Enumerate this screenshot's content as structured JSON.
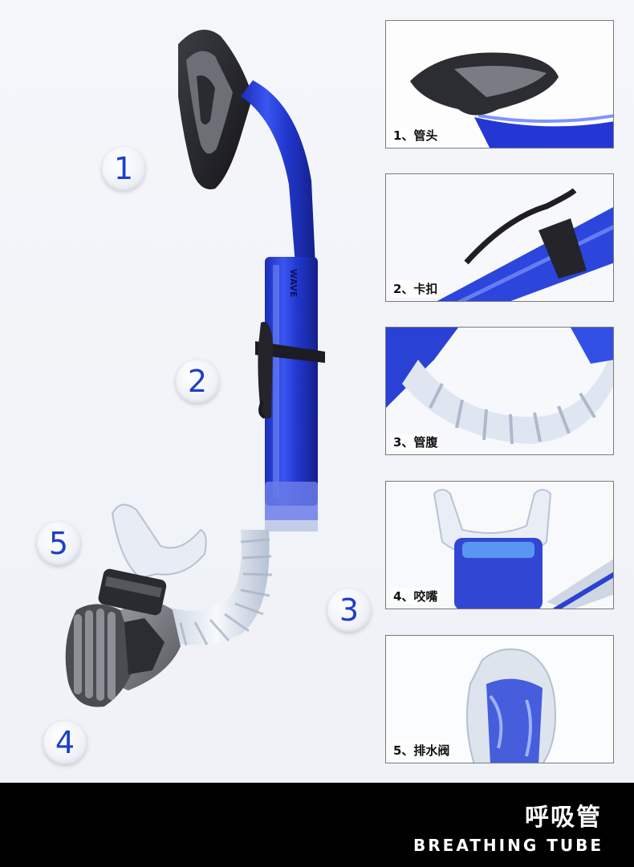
{
  "product": {
    "brand_text": "WAVE",
    "callouts": [
      "1",
      "2",
      "3",
      "4",
      "5"
    ]
  },
  "details": [
    {
      "label": "1、管头"
    },
    {
      "label": "2、卡扣"
    },
    {
      "label": "3、管腹"
    },
    {
      "label": "4、咬嘴"
    },
    {
      "label": "5、排水阀"
    }
  ],
  "footer": {
    "title": "呼吸管",
    "subtitle": "BREATHING TUBE"
  },
  "colors": {
    "tube_blue": "#2a3fd6",
    "clear_part": "#dfe7f2",
    "black_part": "#2a2a2e",
    "gray_valve": "#6e7076",
    "number_blue": "#1f3ec8"
  }
}
